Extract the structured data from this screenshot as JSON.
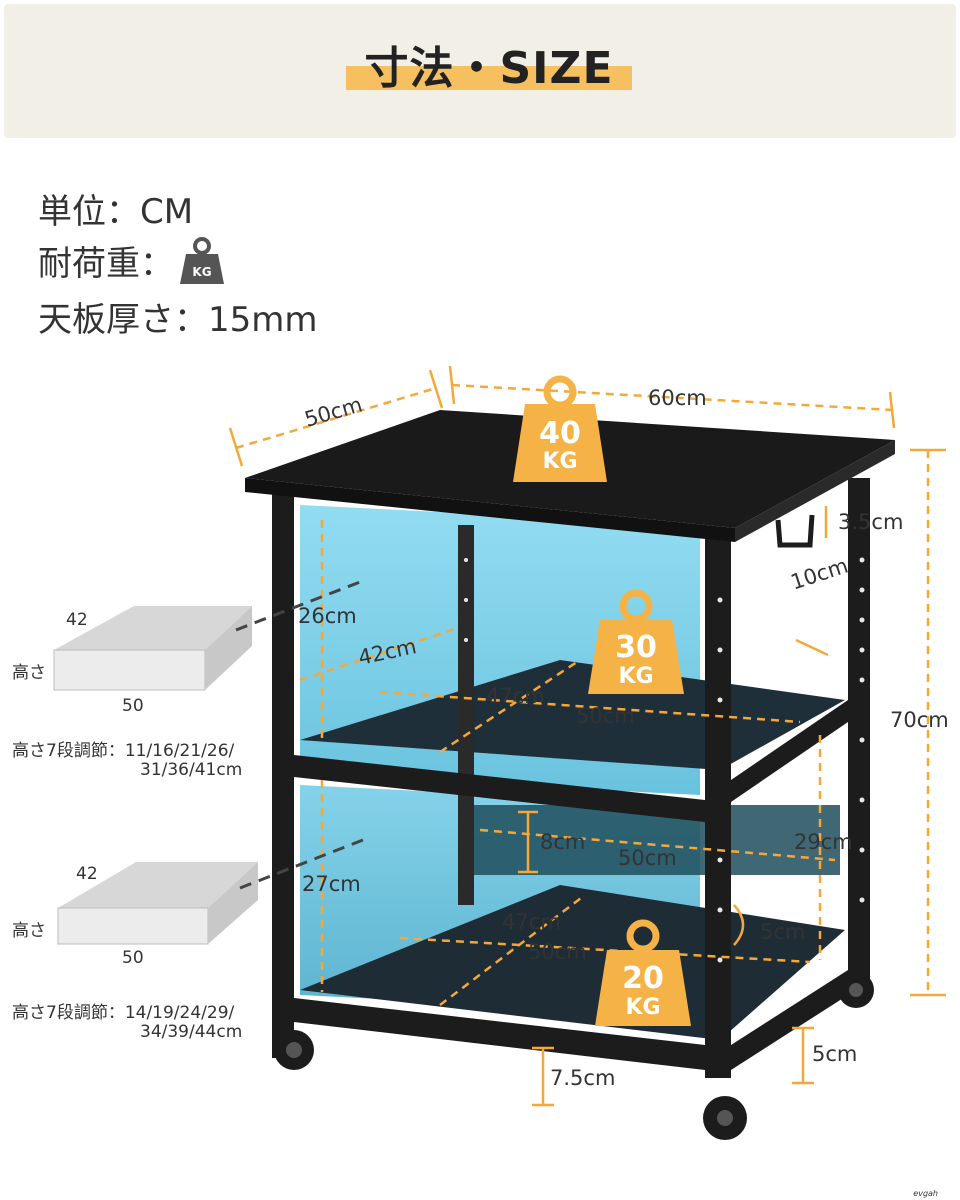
{
  "header": {
    "title": "寸法・SIZE"
  },
  "specs": {
    "unit": "単位：CM",
    "load": "耐荷重：",
    "load_icon_text": "KG",
    "thickness": "天板厚さ：15mm"
  },
  "dimensions": {
    "depth_top": "50cm",
    "width_top": "60cm",
    "height_total": "70cm",
    "handle_h": "3.5cm",
    "handle_w": "10cm",
    "upper_clearance": "26cm",
    "upper_shelf_depth": "42cm",
    "upper_shelf_inner": "47cm",
    "upper_shelf_width": "50cm",
    "gap_8": "8cm",
    "bar_width": "50cm",
    "side_29": "29cm",
    "lower_clearance": "27cm",
    "lower_shelf_inner": "47cm",
    "lower_shelf_width": "50cm",
    "slot_5": "5cm",
    "wheel_gap": "7.5cm",
    "caster_5": "5cm"
  },
  "weights": {
    "top": {
      "num": "40",
      "unit": "KG"
    },
    "middle": {
      "num": "30",
      "unit": "KG"
    },
    "bottom": {
      "num": "20",
      "unit": "KG"
    }
  },
  "upper_box": {
    "depth": "42",
    "height_label": "高さ",
    "width": "50",
    "adjust_label": "高さ7段調節：11/16/21/26/",
    "adjust_values": "31/36/41cm"
  },
  "lower_box": {
    "depth": "42",
    "height_label": "高さ",
    "width": "50",
    "adjust_label": "高さ7段調節：14/19/24/29/",
    "adjust_values": "34/39/44cm"
  },
  "colors": {
    "accent": "#f6c061",
    "weight": "#f5b347",
    "dash": "#f5a83a",
    "panel": "#7fd3ec",
    "frame": "#1c1c1c"
  },
  "brand": "evgah"
}
